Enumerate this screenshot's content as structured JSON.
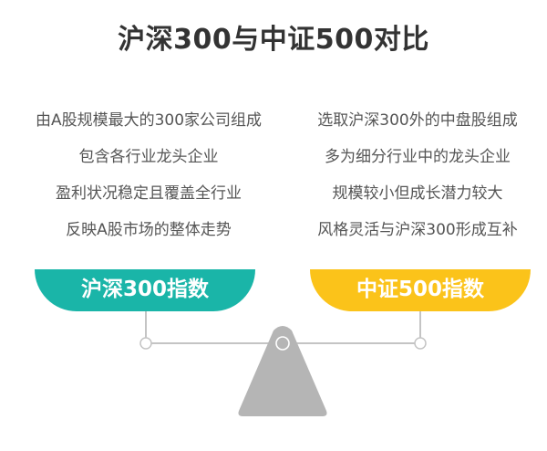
{
  "title": "沪深300与中证500对比",
  "left": {
    "label": "沪深300指数",
    "color": "#1ab5a8",
    "points": [
      "由A股规模最大的300家公司组成",
      "包含各行业龙头企业",
      "盈利状况稳定且覆盖全行业",
      "反映A股市场的整体走势"
    ]
  },
  "right": {
    "label": "中证500指数",
    "color": "#fbc31a",
    "points": [
      "选取沪深300外的中盘股组成",
      "多为细分行业中的龙头企业",
      "规模较小但成长潜力较大",
      "风格灵活与沪深300形成互补"
    ]
  },
  "scale": {
    "beam_color": "#c4c4c4",
    "fulcrum_color": "#b5b5b5"
  }
}
